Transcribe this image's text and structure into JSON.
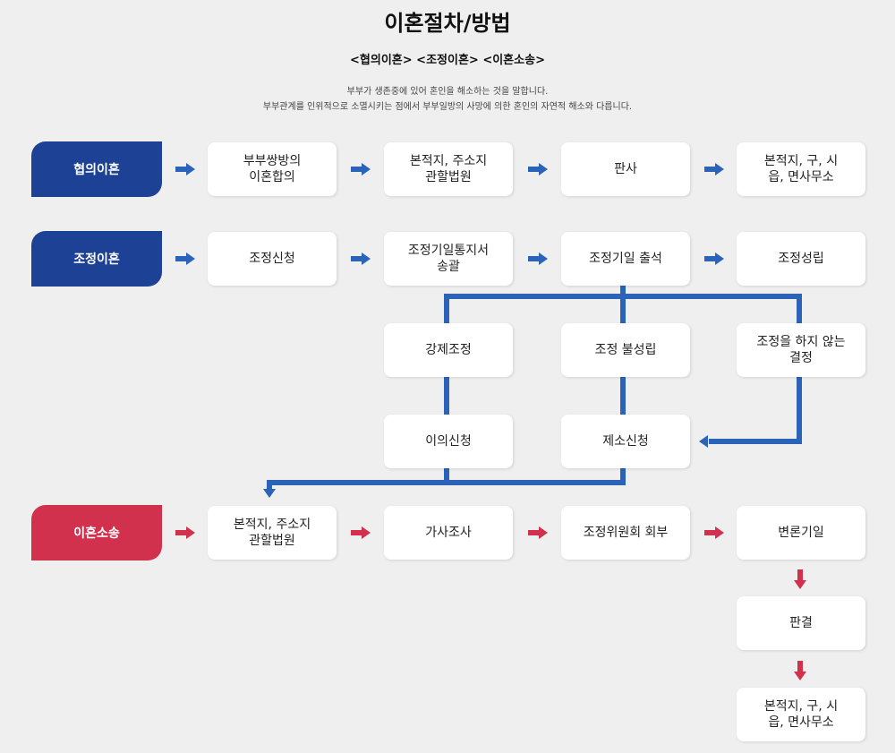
{
  "title": "이혼절차/방법",
  "subtitle": "<협의이혼> <조정이혼> <이혼소송>",
  "description": [
    "부부가 생존중에 있어 혼인을 해소하는 것을 말합니다.",
    "부부관계를 인위적으로 소멸시키는 점에서 부부일방의 사망에 의한 혼인의 자연적 해소와 다릅니다."
  ],
  "colors": {
    "blue": "#1d4195",
    "red": "#d2314e",
    "line": "#2a63b8"
  },
  "agreement": {
    "label": "협의이혼",
    "steps": [
      "부부쌍방의\n이혼합의",
      "본적지, 주소지\n관할법원",
      "판사",
      "본적지, 구, 시\n읍, 면사무소"
    ]
  },
  "mediation": {
    "label": "조정이혼",
    "steps": [
      "조정신청",
      "조정기일통지서\n송괄",
      "조정기일 출석",
      "조정성립"
    ],
    "branches": [
      "강제조정",
      "조정 불성립",
      "조정을 하지 않는\n결정"
    ],
    "objection": "이의신청",
    "lawsuit_filing": "제소신청"
  },
  "litigation": {
    "label": "이혼소송",
    "steps": [
      "본적지, 주소지\n관할법원",
      "가사조사",
      "조정위원회 회부",
      "변론기일"
    ],
    "judgment": "판결",
    "final": "본적지, 구, 시\n읍, 면사무소"
  }
}
